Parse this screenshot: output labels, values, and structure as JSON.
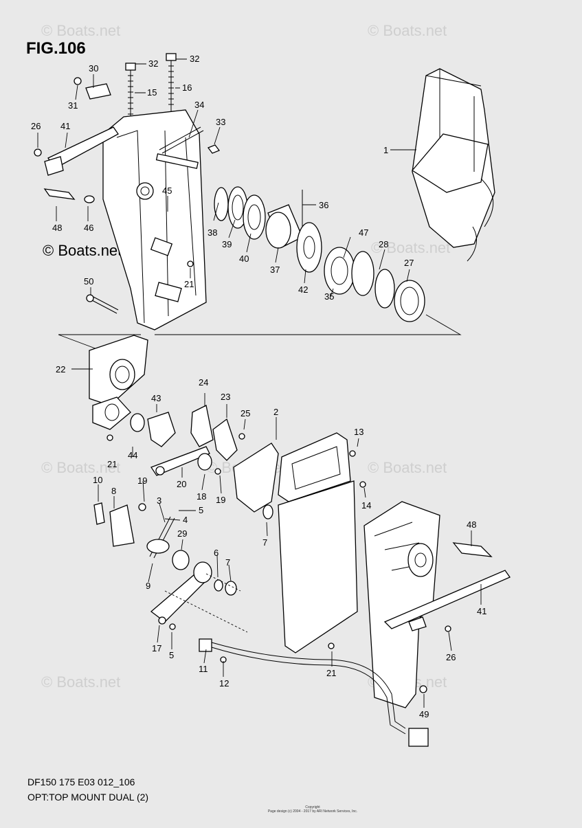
{
  "figure": {
    "title": "FIG.106",
    "model_line": "DF150 175 E03 012_106",
    "subtitle": "OPT:TOP MOUNT DUAL (2)"
  },
  "watermarks": [
    {
      "text": "© Boats.net",
      "style": "faint"
    },
    {
      "text": "© Boats.net",
      "style": "faint"
    },
    {
      "text": "© Boats.net",
      "style": "dark"
    },
    {
      "text": "© Boats.net",
      "style": "faint"
    },
    {
      "text": "© Boats.net",
      "style": "faint"
    },
    {
      "text": "© Boats.net",
      "style": "faint"
    },
    {
      "text": "© Boats.net",
      "style": "faint"
    },
    {
      "text": "© Boats.net",
      "style": "faint"
    },
    {
      "text": "© Boats.net",
      "style": "faint"
    }
  ],
  "copyright": {
    "line1": "Copyright",
    "line2": "Page design (c) 2004 - 2017 by ARI Network Services, Inc."
  },
  "callouts": [
    "32",
    "32",
    "30",
    "15",
    "16",
    "31",
    "34",
    "26",
    "41",
    "33",
    "1",
    "45",
    "36",
    "48",
    "46",
    "38",
    "39",
    "40",
    "37",
    "47",
    "28",
    "27",
    "42",
    "35",
    "21",
    "50",
    "22",
    "43",
    "24",
    "23",
    "25",
    "2",
    "13",
    "21",
    "44",
    "19",
    "20",
    "18",
    "19",
    "10",
    "8",
    "3",
    "5",
    "4",
    "14",
    "48",
    "29",
    "7",
    "6",
    "7",
    "9",
    "41",
    "17",
    "5",
    "26",
    "11",
    "12",
    "21",
    "49"
  ]
}
